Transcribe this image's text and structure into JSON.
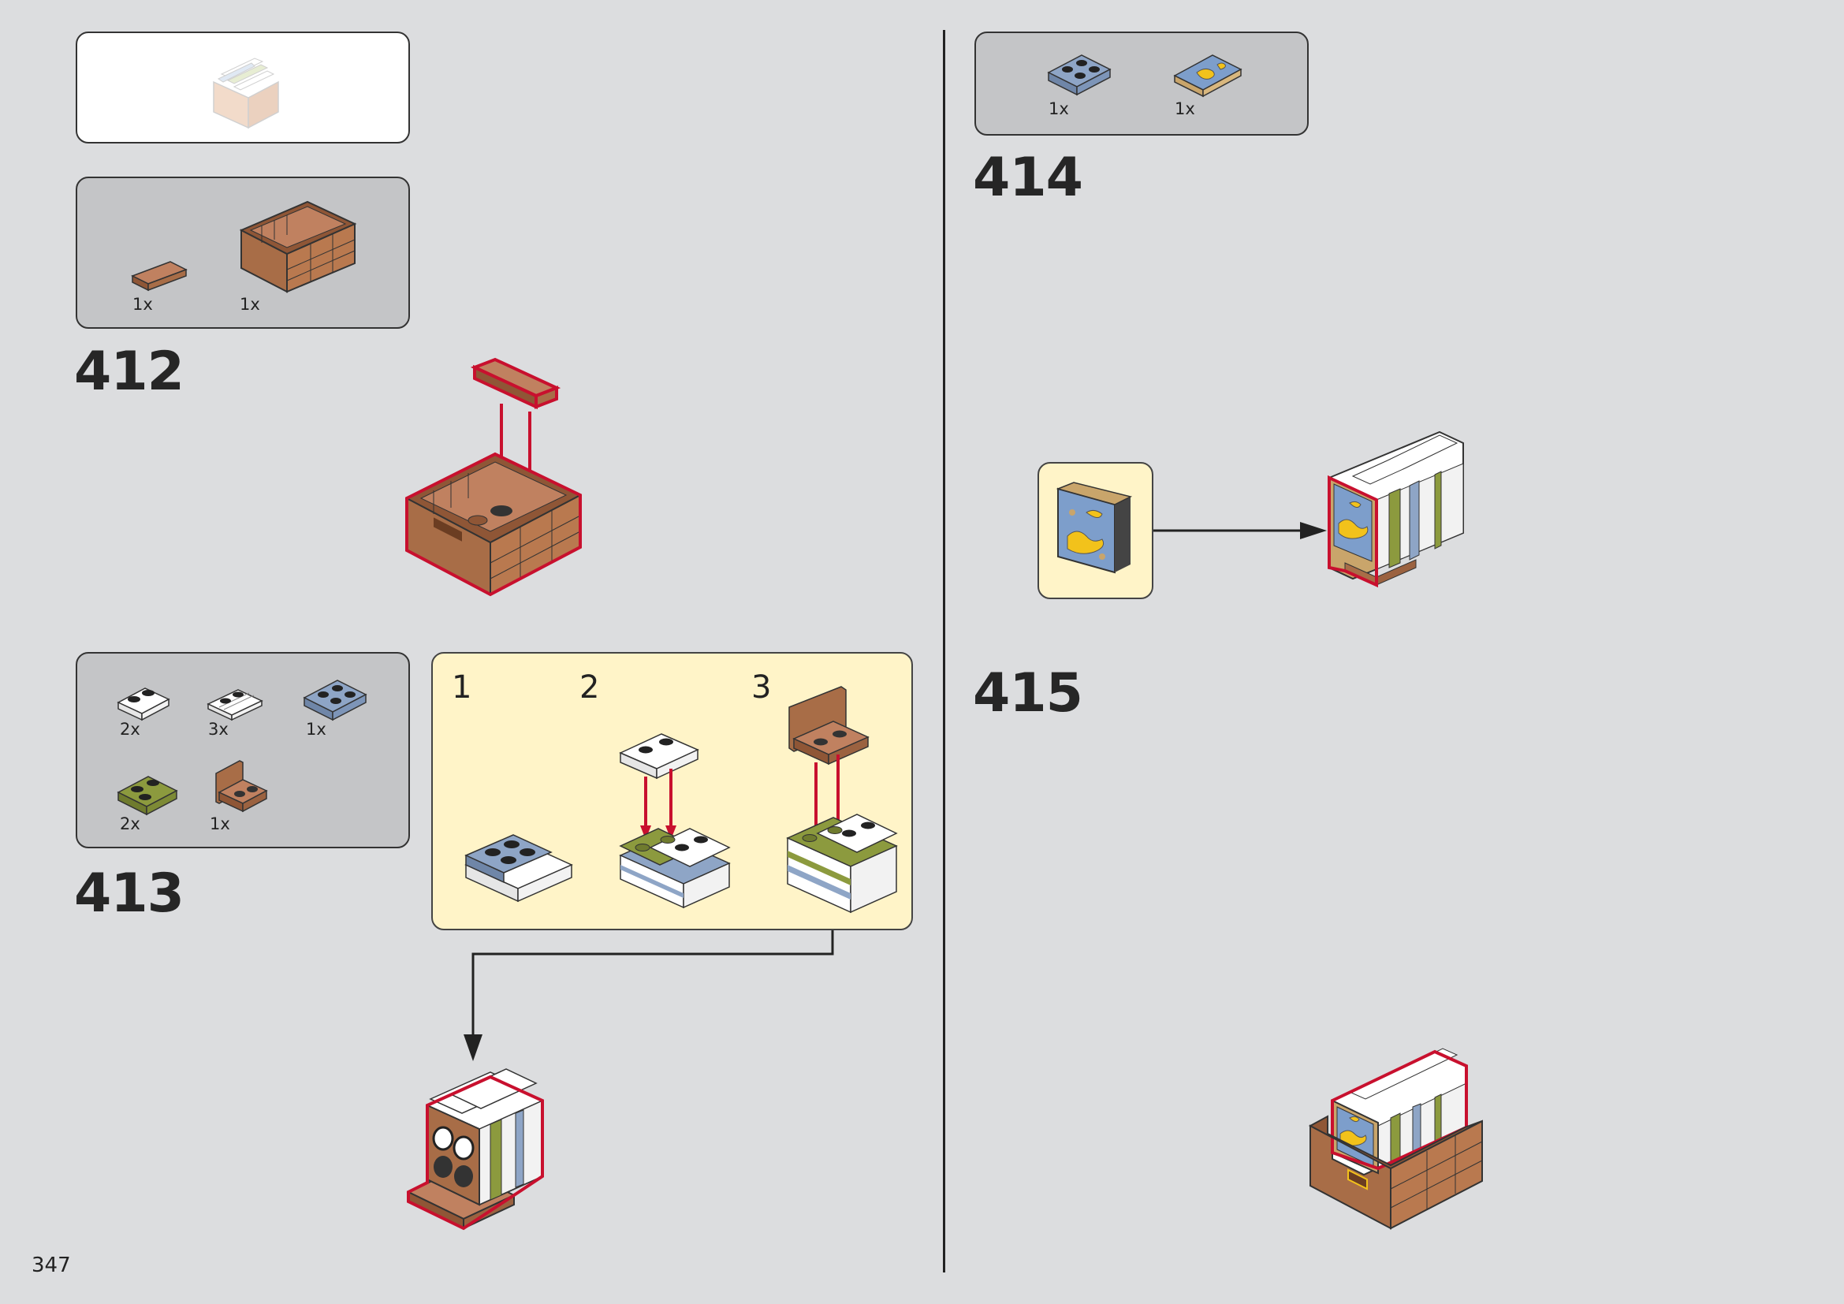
{
  "page_number": "347",
  "colors": {
    "background": "#dcdddf",
    "parts_box": "#c4c5c7",
    "callout_box": "#fff4c8",
    "highlight_outline": "#c8102e",
    "arrow": "#c8102e",
    "brown": "#a86d47",
    "white_brick": "#ffffff",
    "blue_grey": "#8ea5c6",
    "olive": "#8c9a3e",
    "map_yellow": "#f2c21b"
  },
  "step_412": {
    "number": "412",
    "parts": [
      {
        "icon": "brown-tile-1x2-icon",
        "qty": "1x"
      },
      {
        "icon": "brown-crate-icon",
        "qty": "1x"
      }
    ]
  },
  "step_413": {
    "number": "413",
    "parts": [
      {
        "icon": "white-plate-1x2-icon",
        "qty": "2x"
      },
      {
        "icon": "white-tile-grille-icon",
        "qty": "3x"
      },
      {
        "icon": "blue-plate-2x2-icon",
        "qty": "1x"
      },
      {
        "icon": "olive-plate-1x2-icon",
        "qty": "2x"
      },
      {
        "icon": "brown-bracket-icon",
        "qty": "1x"
      }
    ],
    "substeps": [
      "1",
      "2",
      "3"
    ]
  },
  "step_414": {
    "number": "414",
    "parts": [
      {
        "icon": "blue-plate-2x2-icon",
        "qty": "1x"
      },
      {
        "icon": "map-tile-icon",
        "qty": "1x"
      }
    ]
  },
  "step_415": {
    "number": "415"
  }
}
